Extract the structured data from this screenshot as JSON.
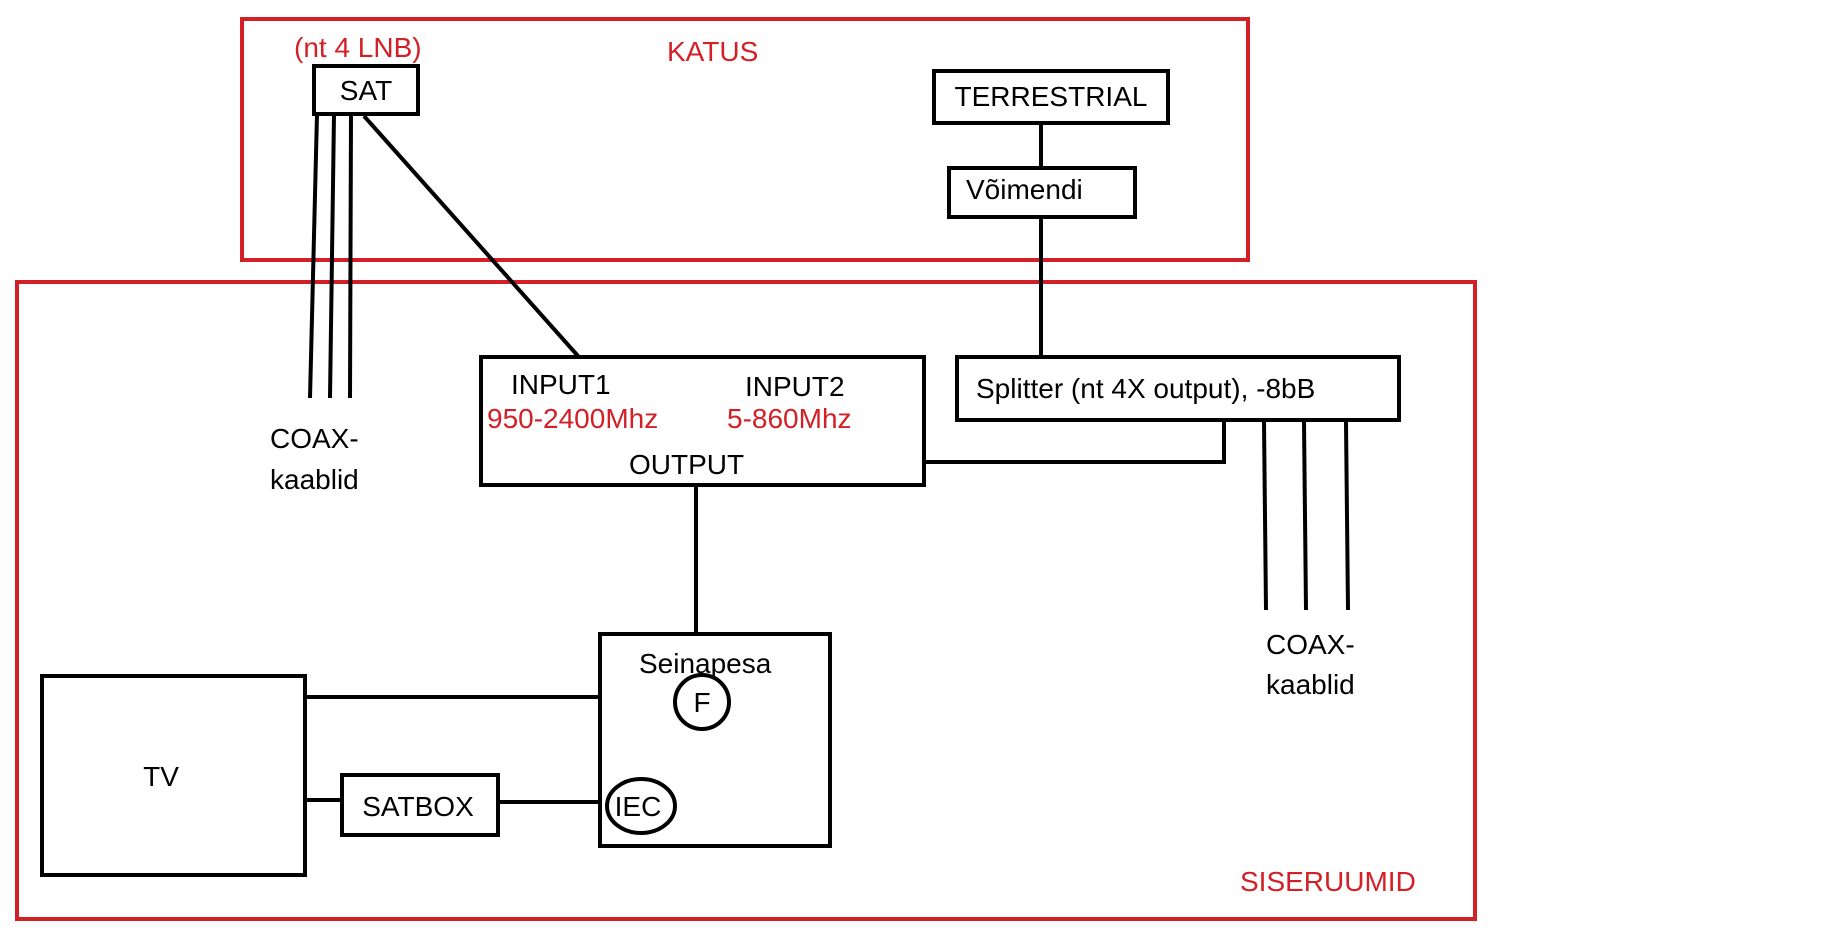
{
  "zones": {
    "roof": {
      "label": "KATUS"
    },
    "indoor": {
      "label": "SISERUUMID"
    }
  },
  "sat": {
    "label": "SAT",
    "note": "(nt 4 LNB)"
  },
  "terrestrial": {
    "label": "TERRESTRIAL"
  },
  "amplifier": {
    "label": "Võimendi"
  },
  "splitter": {
    "label": "Splitter (nt 4X output), -8bB"
  },
  "combiner": {
    "input1": {
      "label": "INPUT1",
      "range": "950-2400Mhz"
    },
    "input2": {
      "label": "INPUT2",
      "range": "5-860Mhz"
    },
    "output": {
      "label": "OUTPUT"
    }
  },
  "coax_left": {
    "line1": "COAX-",
    "line2": "kaablid"
  },
  "coax_right": {
    "line1": "COAX-",
    "line2": "kaablid"
  },
  "wall_socket": {
    "label": "Seinapesa",
    "port_f": "F",
    "port_iec": "IEC"
  },
  "tv": {
    "label": "TV"
  },
  "satbox": {
    "label": "SATBOX"
  },
  "colors": {
    "zone_border": "#d32027",
    "annotation": "#d32027",
    "lines": "#000000"
  }
}
